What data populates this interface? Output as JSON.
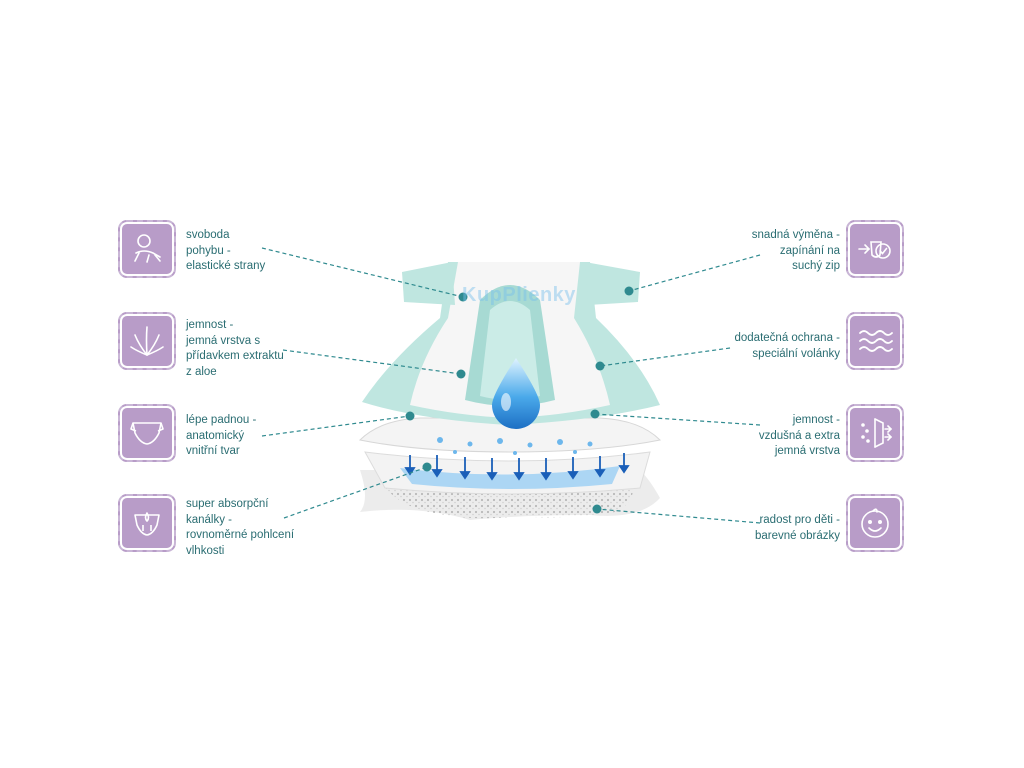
{
  "watermark": "KupPlienky",
  "colors": {
    "tile_fill": "#b89cc8",
    "label_text": "#2a6d72",
    "leader_line": "#2f8a8f"
  },
  "features": {
    "left": [
      {
        "icon": "crawling-baby-icon",
        "text": "svoboda\npohybu -\nelastické strany"
      },
      {
        "icon": "aloe-plant-icon",
        "text": "jemnost -\njemná vrstva s\npřídavkem extraktu\nz aloe"
      },
      {
        "icon": "diaper-shape-icon",
        "text": "lépe padnou -\nanatomický\nvnitřní tvar"
      },
      {
        "icon": "absorbent-channels-icon",
        "text": "super absorpční\nkanálky -\nrovnoměrné pohlcení\nvlhkosti"
      }
    ],
    "right": [
      {
        "icon": "easy-change-icon",
        "text": "snadná výměna -\nzapínání na\nsuchý zip"
      },
      {
        "icon": "waves-icon",
        "text": "dodatečná ochrana -\nspeciální volánky"
      },
      {
        "icon": "airflow-icon",
        "text": "jemnost -\nvzdušná a extra\njemná vrstva"
      },
      {
        "icon": "smiling-baby-icon",
        "text": "radost pro děti -\nbarevné obrázky"
      }
    ]
  }
}
